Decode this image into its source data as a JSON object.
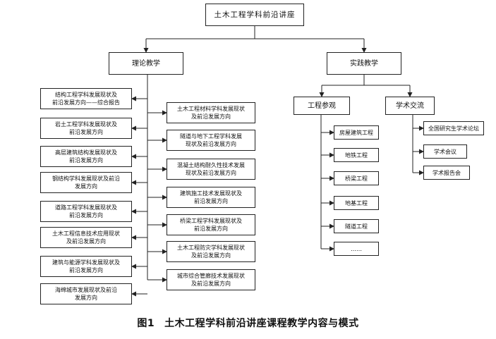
{
  "root": "土木工程学科前沿讲座",
  "theory": {
    "title": "理论教学",
    "left": [
      "结构工程学科发展现状及\n前沿发展方向——综合报告",
      "岩土工程学科发展现状及\n前沿发展方向",
      "高层建筑结构发展现状及\n前沿发展方向",
      "钢结构学科发展现状及前沿\n发展方向",
      "道路工程学科发展现状及\n前沿发展方向",
      "土木工程信息技术应用现状\n及前沿发展方向",
      "建筑与能源学科发展现状及\n前沿发展方向",
      "海绵城市发展现状及前沿\n发展方向"
    ],
    "right": [
      "土木工程材料学科发展现状\n及前沿发展方向",
      "隧道与地下工程学科发展\n现状及前沿发展方向",
      "混凝土结构耐久性技术发展\n现状及前沿发展方向",
      "建筑施工技术发展现状及\n前沿发展方向",
      "桥梁工程学科发展现状及\n前沿发展方向",
      "土木工程防灾学科发展现状\n及前沿发展方向",
      "城市综合管廊技术发展现状\n及前沿发展方向"
    ]
  },
  "practice": {
    "title": "实践教学",
    "visit": {
      "title": "工程参观",
      "items": [
        "房屋建筑工程",
        "地铁工程",
        "桥梁工程",
        "地基工程",
        "隧道工程",
        "……"
      ]
    },
    "exchange": {
      "title": "学术交流",
      "items": [
        "全国研究生学术论坛",
        "学术会议",
        "学术报告会"
      ]
    }
  },
  "caption": {
    "number": "图1",
    "text": "土木工程学科前沿讲座课程教学内容与模式"
  }
}
